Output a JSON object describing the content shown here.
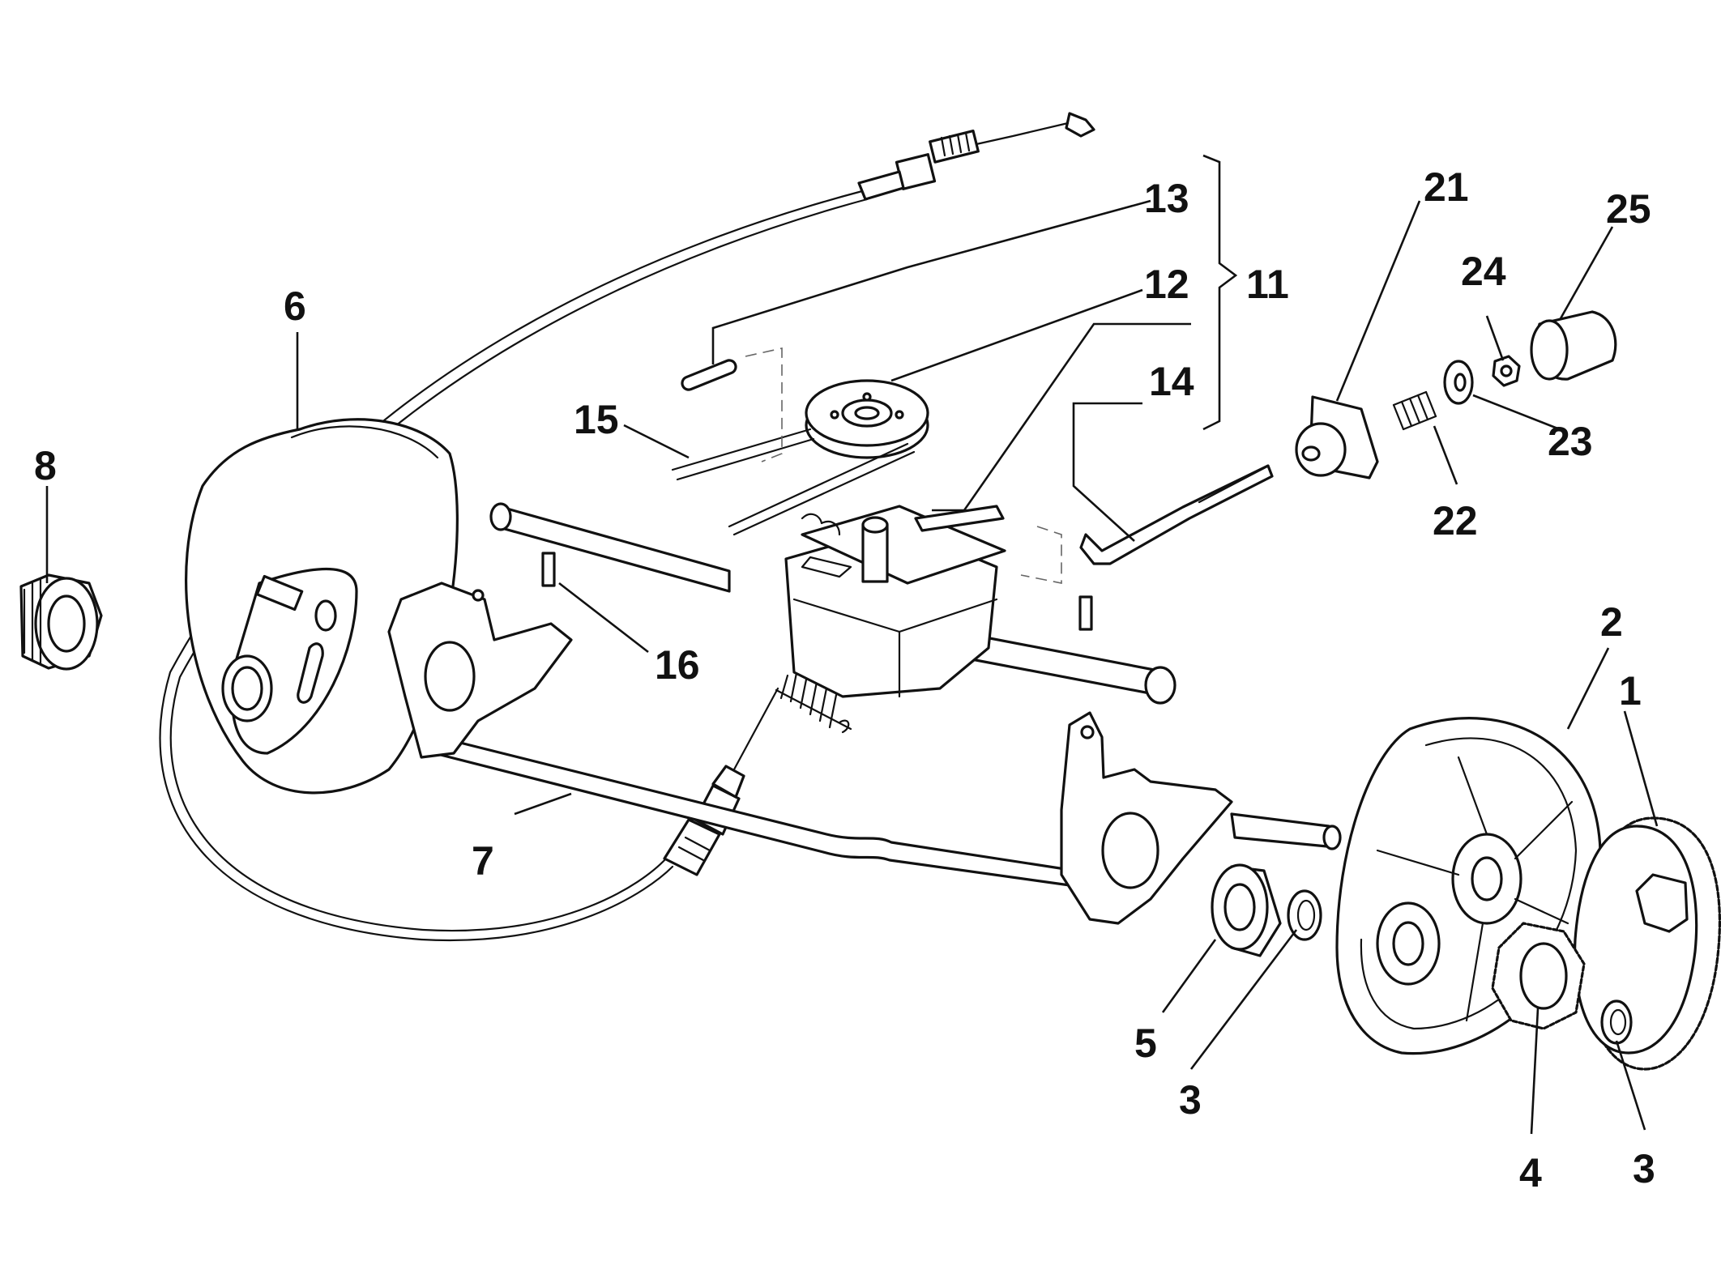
{
  "callouts": [
    {
      "id": "c1",
      "text": "1"
    },
    {
      "id": "c2",
      "text": "2"
    },
    {
      "id": "c3a",
      "text": "3"
    },
    {
      "id": "c3b",
      "text": "3"
    },
    {
      "id": "c4",
      "text": "4"
    },
    {
      "id": "c5",
      "text": "5"
    },
    {
      "id": "c6",
      "text": "6"
    },
    {
      "id": "c7",
      "text": "7"
    },
    {
      "id": "c8",
      "text": "8"
    },
    {
      "id": "c11",
      "text": "11"
    },
    {
      "id": "c12",
      "text": "12"
    },
    {
      "id": "c13",
      "text": "13"
    },
    {
      "id": "c14",
      "text": "14"
    },
    {
      "id": "c15",
      "text": "15"
    },
    {
      "id": "c16",
      "text": "16"
    },
    {
      "id": "c21",
      "text": "21"
    },
    {
      "id": "c22",
      "text": "22"
    },
    {
      "id": "c23",
      "text": "23"
    },
    {
      "id": "c24",
      "text": "24"
    },
    {
      "id": "c25",
      "text": "25"
    }
  ],
  "colors": {
    "line": "#111111",
    "background": "#ffffff"
  }
}
